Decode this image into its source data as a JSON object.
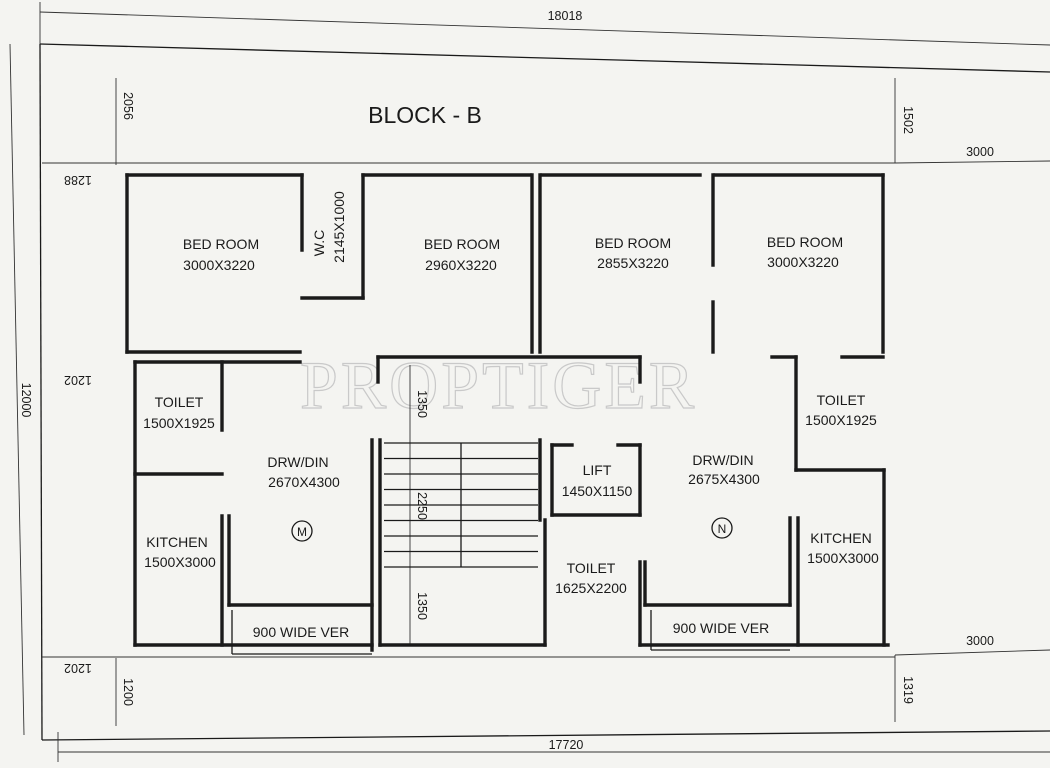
{
  "title": "BLOCK - B",
  "watermark": "PROPTIGER",
  "dimensions": {
    "top_overall": "18018",
    "bottom_overall": "17720",
    "left_overall": "12000",
    "left_top_margin": "2056",
    "left_upper_offset": "1288",
    "left_mid_offset": "1202",
    "left_lower_offset": "1202",
    "left_bottom_margin": "1200",
    "right_top_margin": "1502",
    "right_bottom_margin": "1319",
    "right_upper_setback": "3000",
    "right_lower_setback": "3000",
    "stair_upper": "1350",
    "stair_mid": "2250",
    "stair_lower": "1350"
  },
  "rooms": [
    {
      "id": "bedroom-1",
      "name": "BED ROOM",
      "size": "3000X3220"
    },
    {
      "id": "wc",
      "name": "W.C",
      "size": "2145X1000"
    },
    {
      "id": "bedroom-2",
      "name": "BED ROOM",
      "size": "2960X3220"
    },
    {
      "id": "bedroom-3",
      "name": "BED ROOM",
      "size": "2855X3220"
    },
    {
      "id": "bedroom-4",
      "name": "BED ROOM",
      "size": "3000X3220"
    },
    {
      "id": "toilet-left",
      "name": "TOILET",
      "size": "1500X1925"
    },
    {
      "id": "drw-din-m",
      "name": "DRW/DIN",
      "size": "2670X4300"
    },
    {
      "id": "lift",
      "name": "LIFT",
      "size": "1450X1150"
    },
    {
      "id": "drw-din-n",
      "name": "DRW/DIN",
      "size": "2675X4300"
    },
    {
      "id": "toilet-right",
      "name": "TOILET",
      "size": "1500X1925"
    },
    {
      "id": "kitchen-left",
      "name": "KITCHEN",
      "size": "1500X3000"
    },
    {
      "id": "toilet-center",
      "name": "TOILET",
      "size": "1625X2200"
    },
    {
      "id": "kitchen-right",
      "name": "KITCHEN",
      "size": "1500X3000"
    },
    {
      "id": "verandah-left",
      "name": "900 WIDE VER",
      "size": ""
    },
    {
      "id": "verandah-right",
      "name": "900 WIDE VER",
      "size": ""
    }
  ],
  "unit_markers": {
    "left": "M",
    "right": "N"
  }
}
